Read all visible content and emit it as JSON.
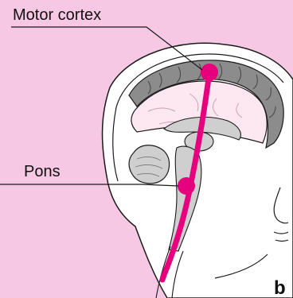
{
  "labels": {
    "motor_cortex": "Motor cortex",
    "pons": "Pons",
    "panel": "b"
  },
  "colors": {
    "background": "#f7c8e4",
    "head_fill": "#ffffff",
    "cortex_gray": "#8c8c8c",
    "cerebrum_fill": "#fde7f1",
    "deep_structure_gray": "#cfcfcf",
    "pathway_magenta": "#e6007e",
    "outline": "#1a1a1a"
  },
  "icons": {
    "head": "sagittal-head-section",
    "pathway": "corticospinal-tract"
  }
}
